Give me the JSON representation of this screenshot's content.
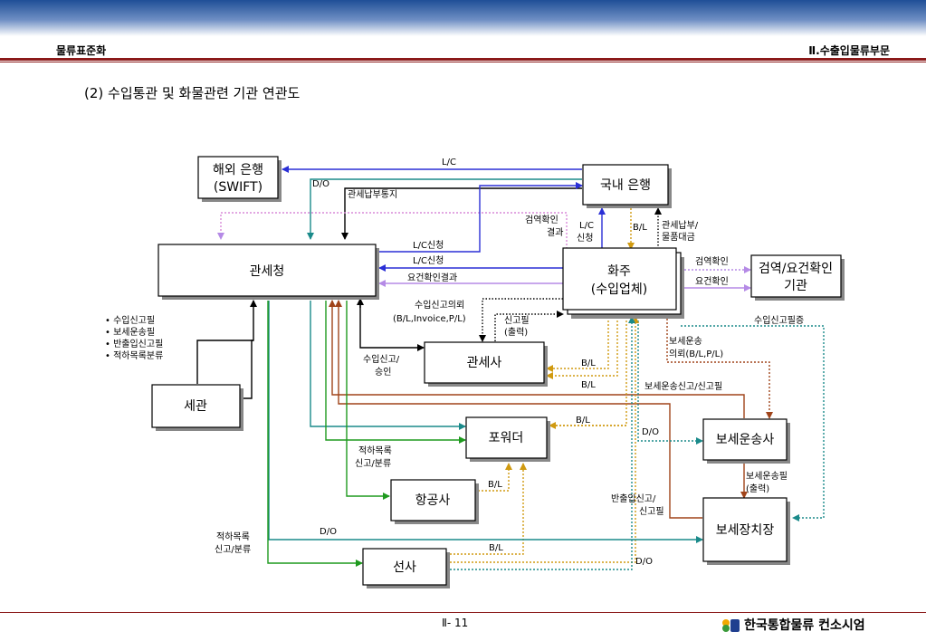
{
  "header": {
    "left": "물류표준화",
    "right": "Ⅱ.수출입물류부문"
  },
  "title": "(2) 수입통관 및 화물관련 기관 연관도",
  "nodes": {
    "foreign_bank": [
      "해외 은행",
      "(SWIFT)"
    ],
    "domestic_bank": "국내 은행",
    "customs_office": "관세청",
    "shipper": [
      "화주",
      "(수입업체)"
    ],
    "inspection": [
      "검역/요건확인",
      "기관"
    ],
    "customs_broker": "관세사",
    "customs": "세관",
    "forwarder": "포워더",
    "bonded_transport": "보세운송사",
    "airline": "항공사",
    "bonded_warehouse": "보세장치장",
    "shipping_line": "선사"
  },
  "customs_list": [
    "• 수입신고필",
    "• 보세운송필",
    "• 반출입신고필",
    "• 적하목록분류"
  ],
  "labels": {
    "lc_top": "L/C",
    "do_left": "D/O",
    "customs_pay_notice": "관세납부통지",
    "quarantine_result": [
      "검역확인",
      "결과"
    ],
    "lc_apply_v": [
      "L/C",
      "신청"
    ],
    "bl_v": "B/L",
    "duty_payment": [
      "관세납부/",
      "물품대금"
    ],
    "lc_apply_1": "L/C신청",
    "lc_apply_2": "L/C신청",
    "requirement_result": "요건확인결과",
    "quarantine_confirm": "검역확인",
    "requirement_confirm": "요건확인",
    "import_report_request": [
      "수입신고의뢰",
      "(B/L,Invoice,P/L)"
    ],
    "report_done_print": [
      "신고필",
      "(출력)"
    ],
    "import_cert": "수입신고필증",
    "import_report_approval": [
      "수입신고/",
      "승인"
    ],
    "bonded_request": [
      "보세운송",
      "의뢰(B/L,P/L)"
    ],
    "bl_broker_1": "B/L",
    "bl_broker_2": "B/L",
    "bonded_report": "보세운송신고/신고필",
    "bl_forwarder": "B/L",
    "do_transport": "D/O",
    "manifest_report_1": [
      "적하목록",
      "신고/분류"
    ],
    "bl_airline": "B/L",
    "bonded_done_print": [
      "보세운송필",
      "(출력)"
    ],
    "inout_report": [
      "반출입신고/",
      "신고필"
    ],
    "manifest_report_2": [
      "적하목록",
      "신고/분류"
    ],
    "do_bottom": "D/O",
    "bl_shipping": "B/L",
    "do_shipping": "D/O"
  },
  "footer": {
    "page": "Ⅱ- 11",
    "brand": "한국통합물류 컨소시엄"
  }
}
